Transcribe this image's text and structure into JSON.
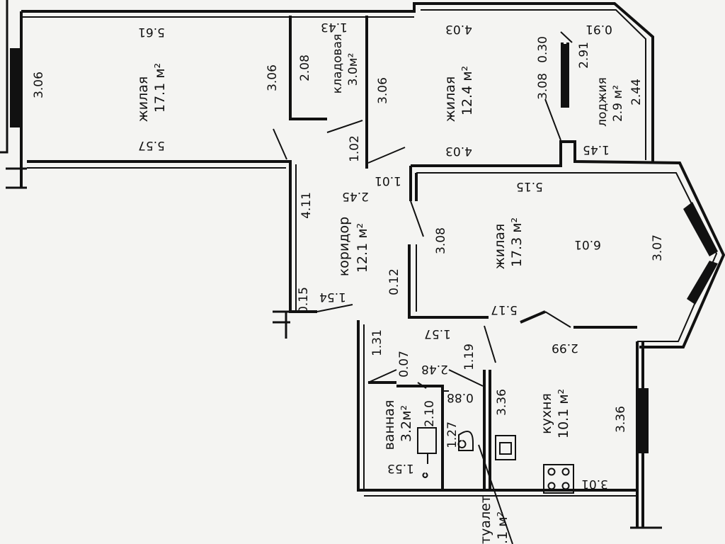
{
  "colors": {
    "background": "#f4f4f2",
    "wall": "#111111",
    "window": "#111111"
  },
  "rooms": {
    "living1": {
      "name": "жилая",
      "area": "17.1 м²"
    },
    "storage": {
      "name": "кладовая",
      "area": "3.0м²"
    },
    "living2": {
      "name": "жилая",
      "area": "12.4 м²"
    },
    "loggia": {
      "name": "лоджия",
      "area": "2.9 м²"
    },
    "corridor": {
      "name": "коридор",
      "area": "12.1 м²"
    },
    "living3": {
      "name": "жилая",
      "area": "17.3 м²"
    },
    "bath": {
      "name": "ванная",
      "area": "3.2м²"
    },
    "kitchen": {
      "name": "кухня",
      "area": "10.1 м²"
    },
    "toilet": {
      "name": "туалет",
      "area": ".1 м²"
    }
  },
  "dims": {
    "l1_top": "5.61",
    "l1_left": "3.06",
    "l1_right": "3.06",
    "l1_bottom": "5.57",
    "st_top": "1.43",
    "st_left": "2.08",
    "l2_top": "4.03",
    "l2_left": "3.06",
    "l2_bottom": "4.03",
    "l2_right": "3.08",
    "lg_top": "0.91",
    "lg_a": "0.30",
    "lg_b": "2.91",
    "lg_right": "2.44",
    "lg_bottom": "1.45",
    "c_door1": "1.02",
    "c_door2": "1.01",
    "c_width": "2.45",
    "c_left": "4.11",
    "c_a": "0.15",
    "c_b": "1.54",
    "l3_top": "5.15",
    "l3_left": "3.08",
    "l3_mid": "6.01",
    "l3_right": "3.07",
    "l3_bottom": "5.17",
    "l3_small": "0.12",
    "k_a": "1.57",
    "k_b": "2.99",
    "k_c": "1.19",
    "k_left": "3.36",
    "k_right": "3.36",
    "k_bottom": "3.01",
    "b_a": "1.31",
    "b_b": "0.07",
    "b_c": "2.48",
    "b_d": "2.10",
    "b_e": "1.53",
    "t_a": "0.88",
    "t_b": "1.27"
  }
}
